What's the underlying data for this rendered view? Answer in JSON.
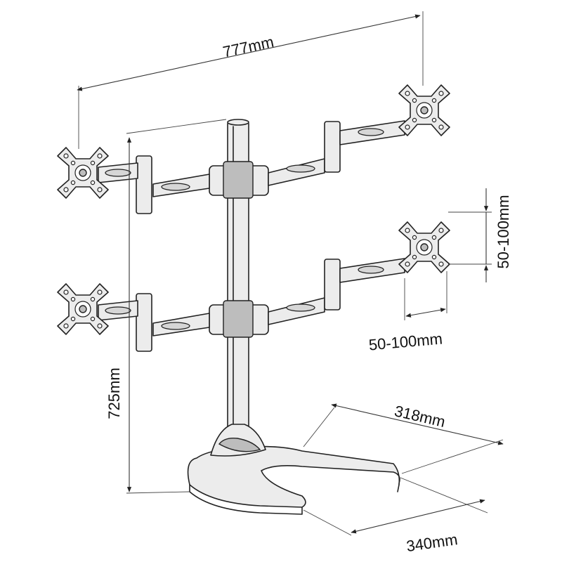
{
  "dimensions": {
    "total_width": "777mm",
    "height": "725mm",
    "vesa_vertical": "50-100mm",
    "vesa_horizontal": "50-100mm",
    "base_depth": "318mm",
    "base_width": "340mm"
  }
}
